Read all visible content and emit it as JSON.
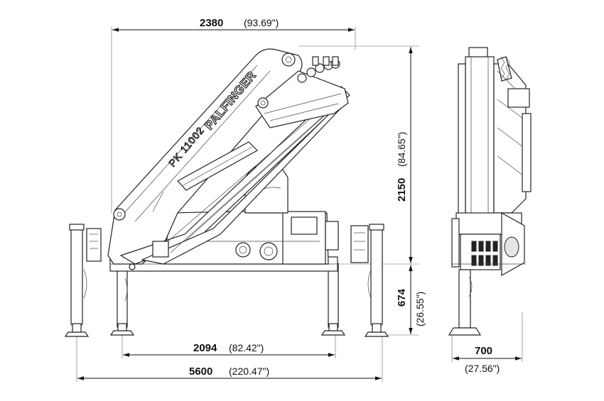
{
  "drawing": {
    "brand": "PALFINGER",
    "model": "PK 11002"
  },
  "dimensions": {
    "overall_width": {
      "value": "2380",
      "inches": "(93.69\")"
    },
    "height": {
      "value": "2150",
      "inches": "(84.65\")"
    },
    "below_base": {
      "value": "674",
      "inches": "(26.55\")"
    },
    "inner_outrigger_span": {
      "value": "2094",
      "inches": "(82.42\")"
    },
    "outer_outrigger_span": {
      "value": "5600",
      "inches": "(220.47\")"
    },
    "side_width": {
      "value": "700",
      "inches": "(27.56\")"
    }
  }
}
